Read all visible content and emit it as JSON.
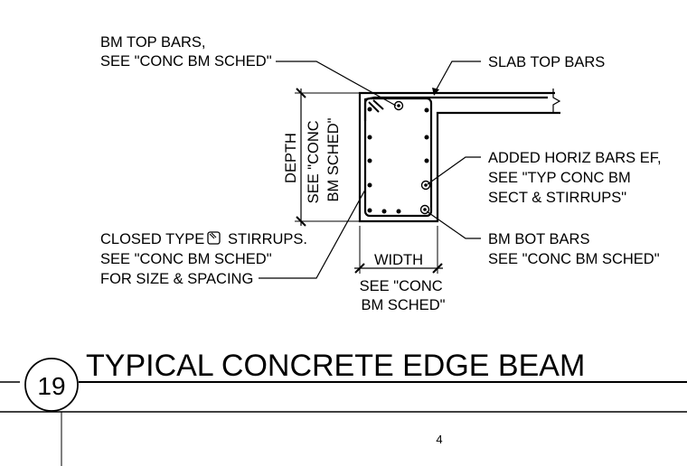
{
  "detail": {
    "number": "19",
    "title": "TYPICAL CONCRETE EDGE BEAM",
    "page_number": "4"
  },
  "labels": {
    "bm_top_bars": [
      "BM TOP BARS,",
      "SEE \"CONC BM SCHED\""
    ],
    "slab_top_bars": [
      "SLAB TOP BARS"
    ],
    "added_horiz_bars": [
      "ADDED HORIZ BARS EF,",
      "SEE \"TYP CONC BM",
      "SECT & STIRRUPS\""
    ],
    "bm_bot_bars": [
      "BM BOT BARS",
      "SEE \"CONC BM SCHED\""
    ],
    "stirrups_pre": "CLOSED TYPE",
    "stirrups_post": "STIRRUPS.",
    "stirrups_rest": [
      "SEE \"CONC BM SCHED\"",
      "FOR SIZE & SPACING"
    ],
    "depth_dim": "DEPTH",
    "depth_note": [
      "SEE \"CONC",
      "BM SCHED\""
    ],
    "width_dim": "WIDTH",
    "width_note": [
      "SEE \"CONC",
      "BM SCHED\""
    ]
  },
  "icons": {
    "stirrup_symbol": "closed-stirrup-icon"
  }
}
